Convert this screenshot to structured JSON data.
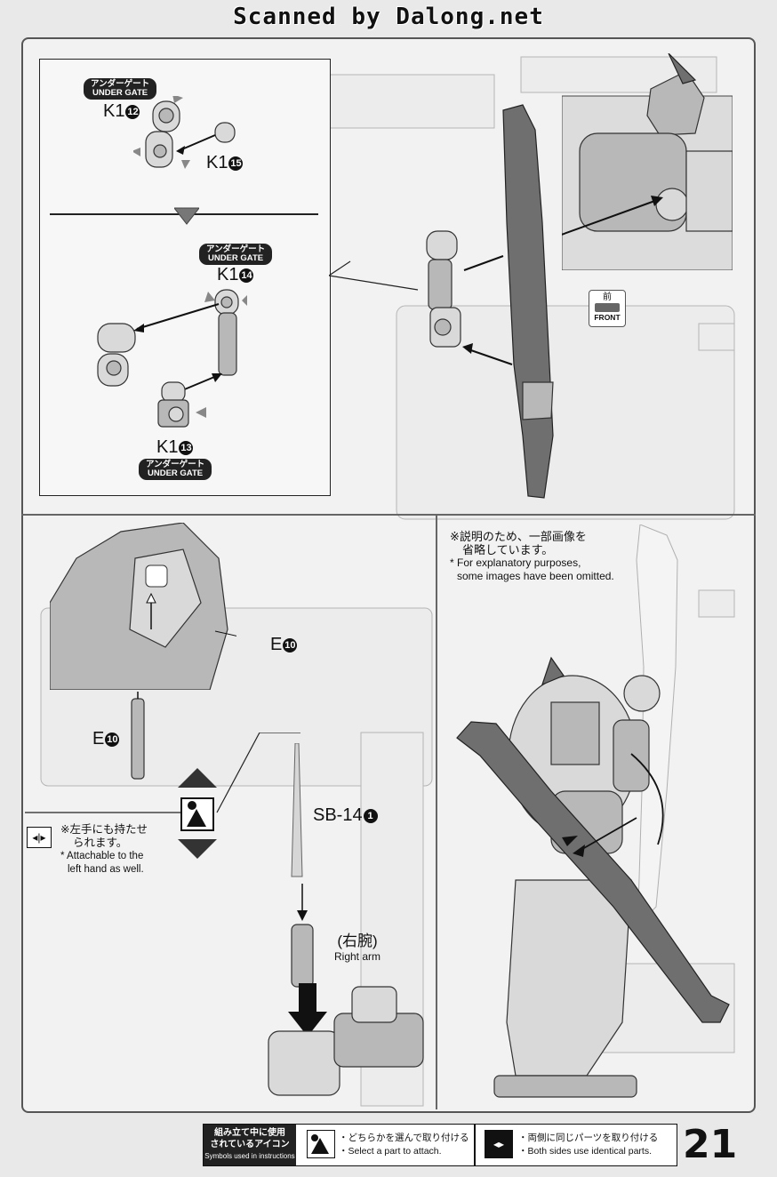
{
  "header": {
    "scanned_by": "Scanned by Dalong.net"
  },
  "top_panel": {
    "gate_top": {
      "jp": "アンダーゲート",
      "en": "UNDER GATE"
    },
    "part_k1_12": {
      "prefix": "K1",
      "num": "12"
    },
    "part_k1_15": {
      "prefix": "K1",
      "num": "15"
    },
    "gate_mid": {
      "jp": "アンダーゲート",
      "en": "UNDER GATE"
    },
    "part_k1_14": {
      "prefix": "K1",
      "num": "14"
    },
    "part_k1_13": {
      "prefix": "K1",
      "num": "13"
    },
    "gate_bottom": {
      "jp": "アンダーゲート",
      "en": "UNDER GATE"
    },
    "front_label": {
      "jp": "前",
      "en": "FRONT"
    }
  },
  "left_panel": {
    "part_e10_top": {
      "prefix": "E",
      "num": "10"
    },
    "part_e10_pin": {
      "prefix": "E",
      "num": "10"
    },
    "part_sb14": {
      "prefix": "SB-14",
      "num": "1"
    },
    "left_hand_note": {
      "jp_line1": "※左手にも持たせ",
      "jp_line2": "られます。",
      "en_line1": "* Attachable to the",
      "en_line2": "left hand as well."
    },
    "right_arm": {
      "jp": "(右腕)",
      "en": "Right arm"
    }
  },
  "right_panel": {
    "explanatory_note": {
      "jp_line1": "※説明のため、一部画像を",
      "jp_line2": "省略しています。",
      "en_line1": "* For explanatory purposes,",
      "en_line2": "some images have been omitted."
    }
  },
  "footer": {
    "legend_title_jp_line1": "組み立て中に使用",
    "legend_title_jp_line2": "されているアイコン",
    "legend_title_en": "Symbols used in instructions",
    "select_icon": {
      "jp": "・どちらかを選んで取り付ける",
      "en": "・Select a part to attach."
    },
    "both_icon": {
      "jp": "・両側に同じパーツを取り付ける",
      "en": "・Both sides use identical parts."
    },
    "page_number": "21"
  }
}
